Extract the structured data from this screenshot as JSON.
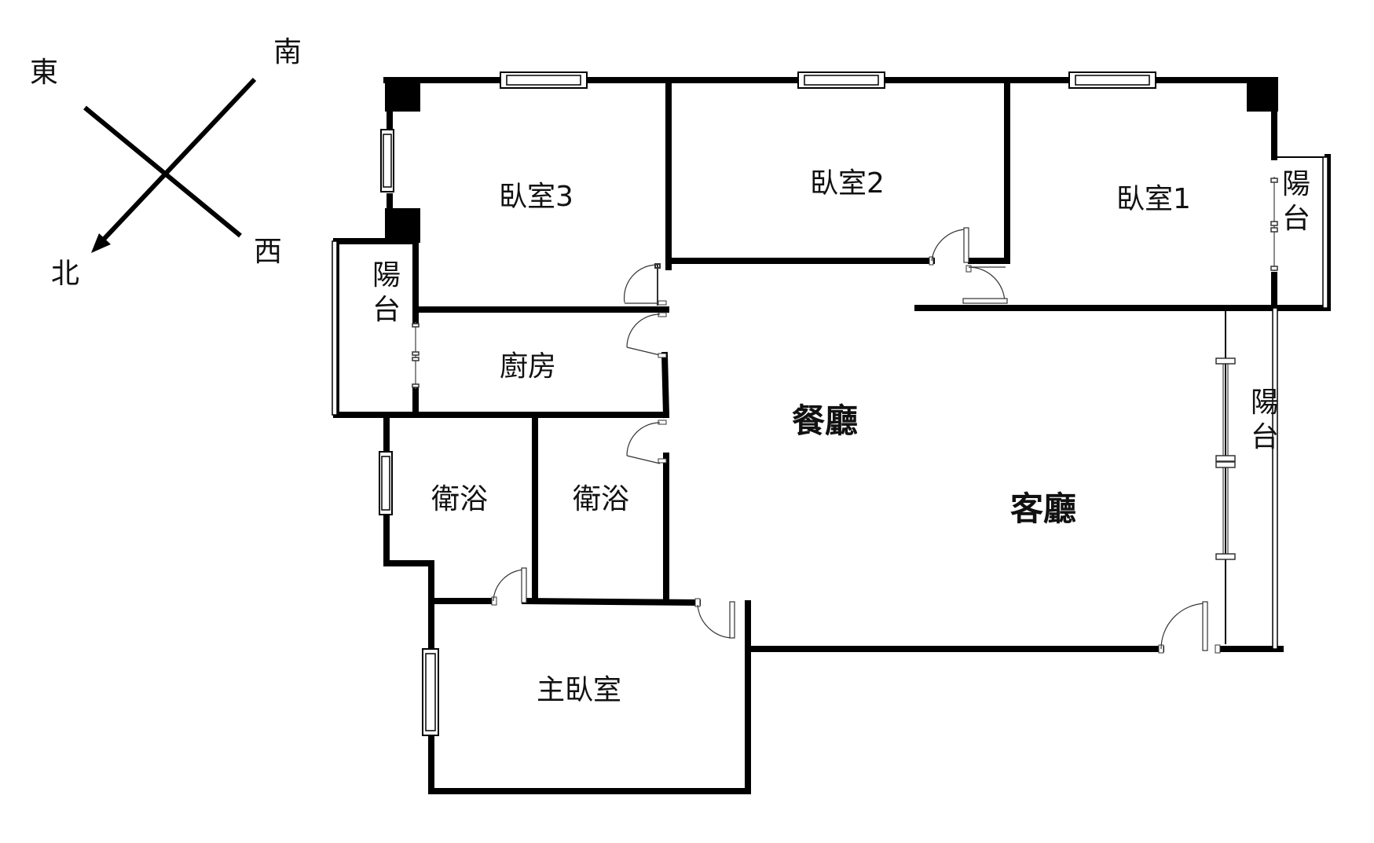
{
  "compass": {
    "east": "東",
    "south": "南",
    "north": "北",
    "west": "西"
  },
  "rooms": {
    "bedroom3": "臥室3",
    "bedroom2": "臥室2",
    "bedroom1": "臥室1",
    "balcony_right_top": "陽台",
    "balcony_left": "陽台",
    "kitchen": "廚房",
    "dining": "餐廳",
    "living": "客廳",
    "bath_left": "衛浴",
    "bath_right": "衛浴",
    "master_bedroom": "主臥室",
    "balcony_right": "陽台"
  }
}
